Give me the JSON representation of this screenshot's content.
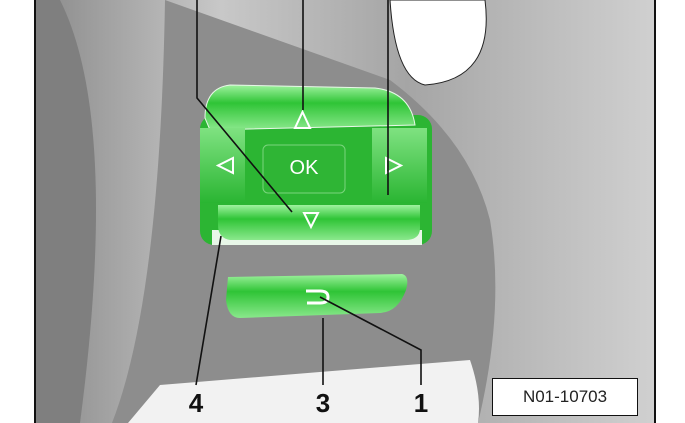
{
  "figure_id": "N01-10703",
  "button_labels": {
    "ok": "OK"
  },
  "callouts": [
    "4",
    "3",
    "1"
  ],
  "icons": [
    "arrow-up-icon",
    "arrow-down-icon",
    "arrow-left-icon",
    "arrow-right-icon",
    "back-return-icon"
  ],
  "colors": {
    "button_green": "#3fcf45",
    "housing_gray": "#9a9a9a",
    "background": "#ffffff"
  }
}
